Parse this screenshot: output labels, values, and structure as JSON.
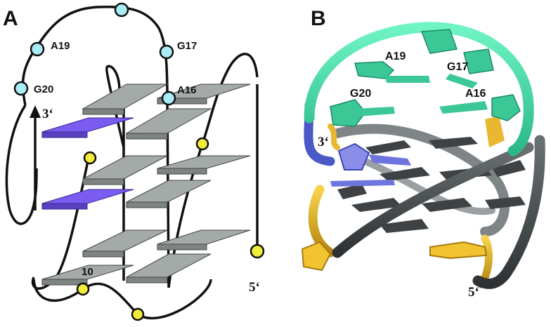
{
  "panels": {
    "a": {
      "letter": "A"
    },
    "b": {
      "letter": "B"
    }
  },
  "panel_a_labels": {
    "a19": "A19",
    "g17": "G17",
    "g20": "G20",
    "a16": "A16",
    "three_prime": "3‘",
    "five_prime": "5‘",
    "ten": "10"
  },
  "panel_b_labels": {
    "a19": "A19",
    "g17": "G17",
    "g20": "G20",
    "a16": "A16",
    "three_prime": "3‘",
    "five_prime": "5‘"
  },
  "colors": {
    "tile_gray": "#a3aaa8",
    "tile_purple": "#7a5cf0",
    "loop_nucleotide": "#a8ecf5",
    "linker_nucleotide": "#f2ec3a",
    "ribbon_cyan": "#5ef0b8",
    "ribbon_gray": "#4f5456",
    "ribbon_yellow": "#e8b830",
    "ribbon_blue": "#4a58c8"
  }
}
